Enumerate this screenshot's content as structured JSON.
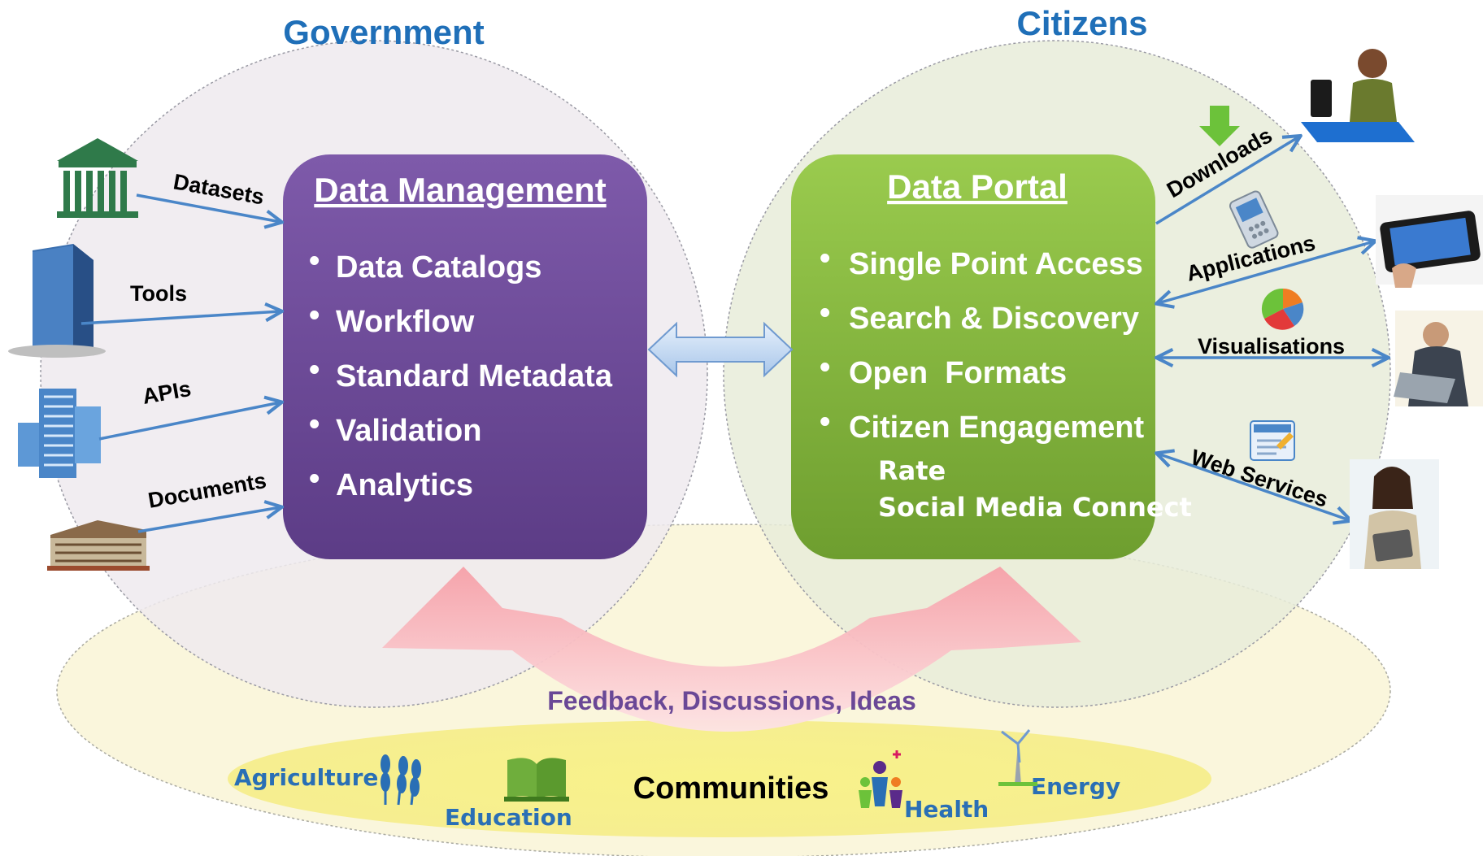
{
  "headings": {
    "government": "Government",
    "citizens": "Citizens"
  },
  "data_management": {
    "title": "Data Management",
    "items": [
      "Data Catalogs",
      "Workflow",
      "Standard Metadata",
      "Validation",
      "Analytics"
    ]
  },
  "data_portal": {
    "title": "Data Portal",
    "items": [
      "Single Point Access",
      "Search & Discovery",
      "Open  Formats",
      "Citizen Engagement"
    ],
    "sub_items": [
      "Rate",
      "Social Media Connect"
    ]
  },
  "sources": {
    "datasets": "Datasets",
    "tools": "Tools",
    "apis": "APIs",
    "documents": "Documents"
  },
  "outputs": {
    "downloads": "Downloads",
    "applications": "Applications",
    "visualisations": "Visualisations",
    "web_services": "Web Services"
  },
  "feedback": "Feedback, Discussions, Ideas",
  "communities": {
    "title": "Communities",
    "agriculture": "Agriculture",
    "education": "Education",
    "health": "Health",
    "energy": "Energy"
  },
  "colors": {
    "heading_blue": "#1f6fb8",
    "data_management_purple": "#6a4896",
    "data_portal_green": "#82b43c",
    "arrow_blue": "#4a86c8",
    "feedback_text": "#6a4896",
    "community_blue": "#2a6fb5"
  },
  "icons": {
    "government_building": "parliament-building-icon",
    "tools_building": "glass-tower-icon",
    "apis_building": "office-tower-icon",
    "documents_building": "low-office-icon",
    "downloads": "green-down-arrow-icon",
    "applications": "mobile-phone-icon",
    "visualisations": "pie-chart-icon",
    "web_services": "web-document-icon",
    "agriculture": "wheat-icon",
    "education": "open-book-icon",
    "health": "family-health-icon",
    "energy": "wind-turbine-icon"
  }
}
